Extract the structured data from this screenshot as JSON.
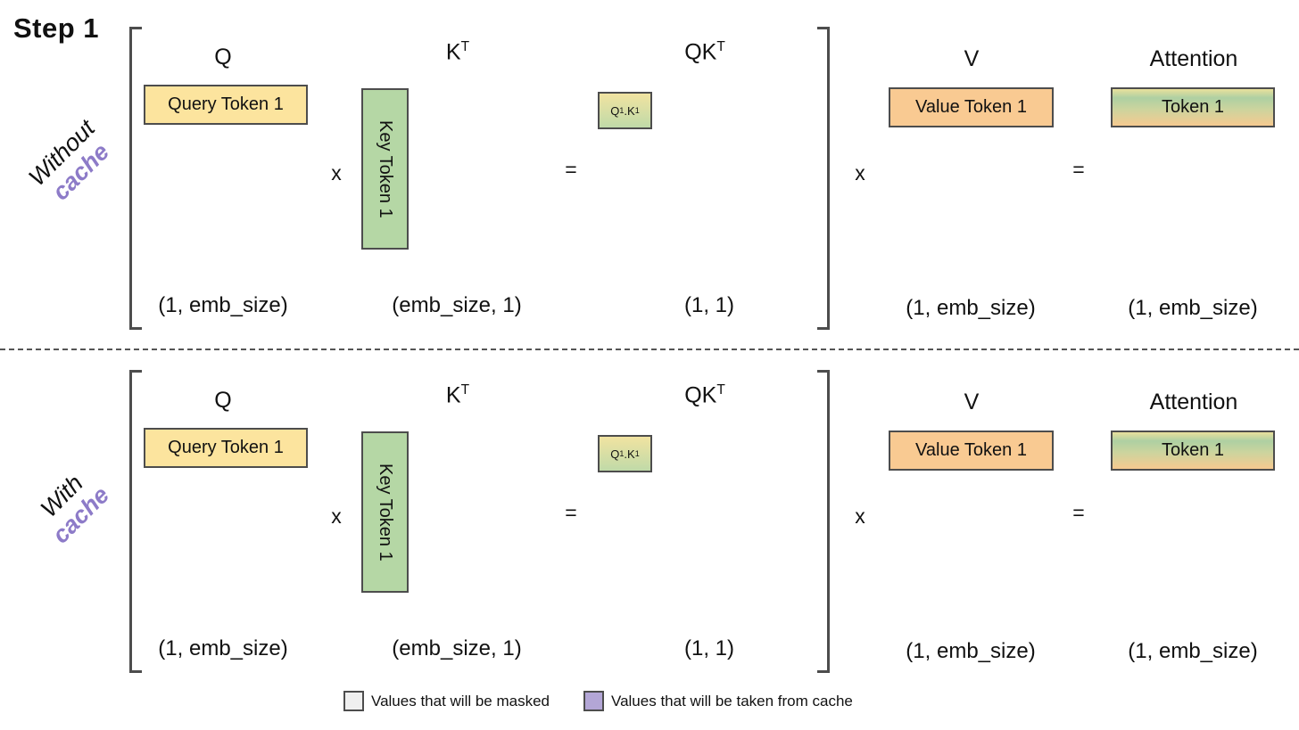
{
  "title": "Step 1",
  "colors": {
    "query_yellow": "#fce49e",
    "key_green": "#b5d7a5",
    "value_orange": "#f9ca92",
    "qk_gradient_top": "#f1e3a1",
    "qk_gradient_bottom": "#c0daa8",
    "attention_gradient": [
      "#e9e09c",
      "#aed0a2",
      "#ccd49e",
      "#f6ca90"
    ],
    "accent_purple": "#8d7bc8",
    "legend_masked_gray": "#efefef",
    "legend_cache_purple": "#b3a6d6",
    "border_gray": "#4d4d4d"
  },
  "rows": [
    {
      "side_label": {
        "plain": "Without",
        "accent": "cache"
      },
      "q_header": "Q",
      "q_box": "Query Token 1",
      "q_dim": "(1, emb_size)",
      "times": "x",
      "k_header_base": "K",
      "k_header_sup": "T",
      "k_box": "Key Token 1",
      "k_dim": "(emb_size, 1)",
      "equals": "=",
      "qk_header_base": "QK",
      "qk_header_sup": "T",
      "qk_cell": {
        "q_base": "Q",
        "q_sub": "1",
        "dot": ".",
        "k_base": "K",
        "k_sub": "1"
      },
      "qk_dim": "(1, 1)",
      "v_header": "V",
      "v_box": "Value Token 1",
      "v_dim": "(1, emb_size)",
      "att_header": "Attention",
      "att_box": "Token 1",
      "att_dim": "(1, emb_size)"
    },
    {
      "side_label": {
        "plain": "With",
        "accent": "cache"
      },
      "q_header": "Q",
      "q_box": "Query Token 1",
      "q_dim": "(1, emb_size)",
      "times": "x",
      "k_header_base": "K",
      "k_header_sup": "T",
      "k_box": "Key Token 1",
      "k_dim": "(emb_size, 1)",
      "equals": "=",
      "qk_header_base": "QK",
      "qk_header_sup": "T",
      "qk_cell": {
        "q_base": "Q",
        "q_sub": "1",
        "dot": ".",
        "k_base": "K",
        "k_sub": "1"
      },
      "qk_dim": "(1, 1)",
      "v_header": "V",
      "v_box": "Value Token 1",
      "v_dim": "(1, emb_size)",
      "att_header": "Attention",
      "att_box": "Token 1",
      "att_dim": "(1, emb_size)"
    }
  ],
  "legend": {
    "masked": {
      "label": "Values that will be masked"
    },
    "cache": {
      "label": "Values that will be taken from cache"
    }
  }
}
